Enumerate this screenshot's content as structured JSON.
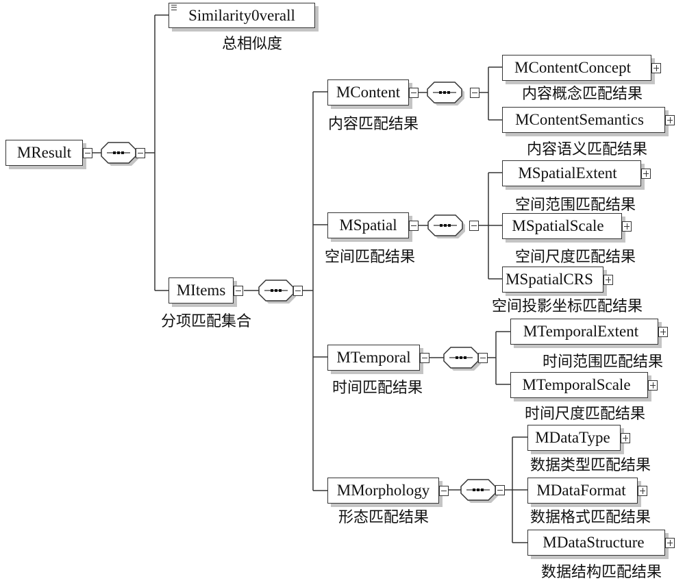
{
  "root": {
    "name": "MResult",
    "children": [
      {
        "name": "Similarity0verall",
        "label": "总相似度"
      },
      {
        "name": "MItems",
        "label": "分项匹配集合",
        "children": [
          {
            "name": "MContent",
            "label": "内容匹配结果",
            "children": [
              {
                "name": "MContentConcept",
                "label": "内容概念匹配结果"
              },
              {
                "name": "MContentSemantics",
                "label": "内容语义匹配结果"
              }
            ]
          },
          {
            "name": "MSpatial",
            "label": "空间匹配结果",
            "children": [
              {
                "name": "MSpatialExtent",
                "label": "空间范围匹配结果"
              },
              {
                "name": "MSpatialScale",
                "label": "空间尺度匹配结果"
              },
              {
                "name": "MSpatialCRS",
                "label": "空间投影坐标匹配结果"
              }
            ]
          },
          {
            "name": "MTemporal",
            "label": "时间匹配结果",
            "children": [
              {
                "name": "MTemporalExtent",
                "label": "时间范围匹配结果"
              },
              {
                "name": "MTemporalScale",
                "label": "时间尺度匹配结果"
              }
            ]
          },
          {
            "name": "MMorphology",
            "label": "形态匹配结果",
            "children": [
              {
                "name": "MDataType",
                "label": "数据类型匹配结果"
              },
              {
                "name": "MDataFormat",
                "label": "数据格式匹配结果"
              },
              {
                "name": "MDataStructure",
                "label": "数据结构匹配结果"
              }
            ]
          }
        ]
      }
    ]
  }
}
